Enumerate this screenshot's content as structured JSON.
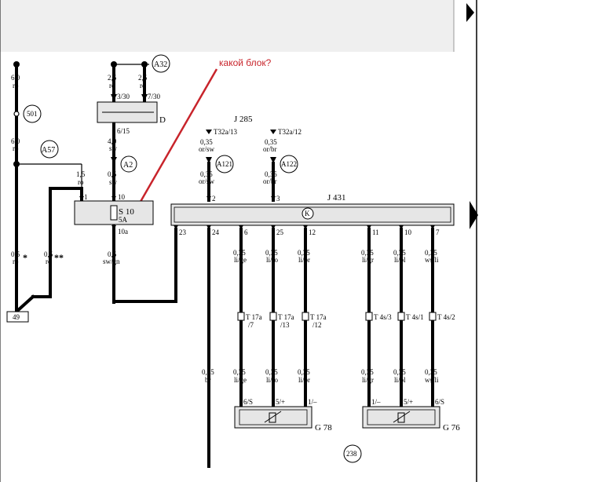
{
  "annotation": {
    "text": "какой блок?",
    "color": "#c8242b"
  },
  "ground_points": [
    "A32",
    "A57",
    "A2",
    "A121",
    "A122"
  ],
  "left_circles": [
    "501",
    "238"
  ],
  "relay_d": {
    "name": "D",
    "pin_a": "3/30",
    "pin_b": "7/30",
    "pin_c": "6/15"
  },
  "fuse": {
    "name": "S 10",
    "rating": "5A",
    "pin_in": "1",
    "pin_out": "10",
    "pin_bottom": "10a"
  },
  "j285": {
    "name": "J 285",
    "pin_a": "T32a/13",
    "pin_b": "T32a/12"
  },
  "j431": {
    "name": "J 431",
    "pin_2": "2",
    "pin_3": "3"
  },
  "box49": "49",
  "wires": {
    "w_left_top": [
      "6,0",
      "ro"
    ],
    "w_left_mid": [
      "6,0",
      "ro"
    ],
    "w_25a": [
      "2,5",
      "ro"
    ],
    "w_25b": [
      "2,5",
      "ro"
    ],
    "w_40": [
      "4,0",
      "sw"
    ],
    "w_05sw": [
      "0,5",
      "sw"
    ],
    "w_15": [
      "1,5",
      "ro"
    ],
    "w_10": "10",
    "w_orsw1": [
      "0,35",
      "or/sw"
    ],
    "w_orsw2": [
      "0,35",
      "or/sw"
    ],
    "w_orbr1": [
      "0,35",
      "or/br"
    ],
    "w_orbr2": [
      "0,35",
      "or/br"
    ],
    "w_ro_star": [
      "0,5",
      "ro",
      "*"
    ],
    "w_ro_star2": [
      "0,5",
      "ro",
      "**"
    ],
    "w_swgn": [
      "0,5",
      "sw/gn"
    ],
    "w_br": [
      "0,35",
      "br"
    ]
  },
  "j431_bottom_pins": [
    "23",
    "24",
    "6",
    "25",
    "12",
    "11",
    "10",
    "7"
  ],
  "signal_wires": [
    [
      "0,35",
      "li/ge"
    ],
    [
      "0,35",
      "li/ro"
    ],
    [
      "0,35",
      "li/br"
    ],
    [
      "0,35",
      "li/gr"
    ],
    [
      "0,35",
      "li/bl"
    ],
    [
      "0,35",
      "ws/li"
    ]
  ],
  "connectors": [
    [
      "T 17a",
      "/7"
    ],
    [
      "T 17a",
      "/13"
    ],
    [
      "T 17a",
      "/12"
    ],
    [
      "T 4s/3",
      ""
    ],
    [
      "T 4s/1",
      ""
    ],
    [
      "T 4s/2",
      ""
    ]
  ],
  "signal_wires_low": [
    [
      "0,35",
      "li/ge"
    ],
    [
      "0,35",
      "li/ro"
    ],
    [
      "0,35",
      "li/br"
    ],
    [
      "0,35",
      "li/gr"
    ],
    [
      "0,35",
      "li/bl"
    ],
    [
      "0,35",
      "ws/li"
    ]
  ],
  "sensor_g78": {
    "name": "G 78",
    "pins": [
      "6/S",
      "5/+",
      "1/–"
    ]
  },
  "sensor_g76": {
    "name": "G 76",
    "pins": [
      "1/–",
      "5/+",
      "6/S"
    ]
  }
}
